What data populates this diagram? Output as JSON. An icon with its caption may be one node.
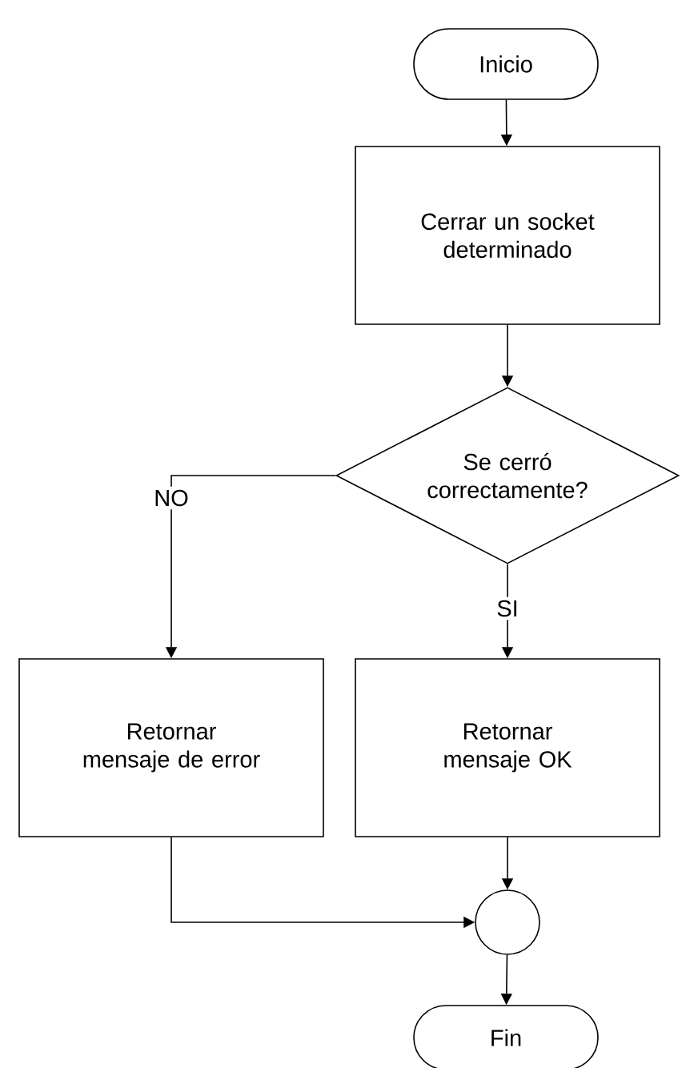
{
  "diagram": {
    "nodes": [
      {
        "text": [
          "Inicio"
        ]
      },
      {
        "text": [
          "Cerrar un socket determinado"
        ]
      },
      {
        "text": [
          "Se cerró correctamente?"
        ]
      },
      {
        "text": [
          "Retornar mensaje de error"
        ]
      },
      {
        "text": [
          "Retornar mensaje OK"
        ]
      },
      {
        "text": [],
        "shape": "circle"
      },
      {
        "text": [
          "Fin"
        ]
      }
    ],
    "edges": [
      {
        "from": 0,
        "to": 1,
        "arrow": "to"
      },
      {
        "from": 1,
        "to": 2,
        "arrow": "to"
      },
      {
        "from": 2,
        "to": 3,
        "arrow": "to",
        "label": "NO"
      },
      {
        "from": 2,
        "to": 4,
        "arrow": "to",
        "label": "SI"
      },
      {
        "from": 4,
        "to": 5,
        "arrow": "to"
      },
      {
        "from": 3,
        "to": 5,
        "arrow": "to"
      },
      {
        "from": 5,
        "to": 6,
        "arrow": "to"
      }
    ]
  }
}
